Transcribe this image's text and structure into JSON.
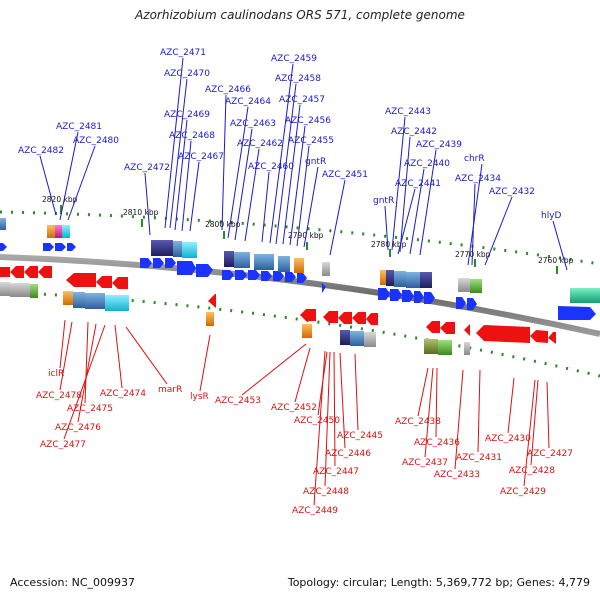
{
  "title": "Azorhizobium caulinodans ORS 571, complete genome",
  "accession": "Accession: NC_009937",
  "topology": "Topology: circular; Length: 5,369,772 bp; Genes: 4,779",
  "colors": {
    "forward_label": "#1a1acc",
    "reverse_label": "#dd1111",
    "forward_gene": "#1a33ff",
    "reverse_gene": "#ee1111",
    "ruler": "#2a8a2a",
    "backbone": "#7a7a7a"
  },
  "ruler_ticks": [
    "2820 kbp",
    "2810 kbp",
    "2800 kbp",
    "2790 kbp",
    "2780 kbp",
    "2770 kbp",
    "2760 kbp"
  ],
  "forward_labels": [
    "AZC_2471",
    "AZC_2470",
    "AZC_2469",
    "AZC_2468",
    "AZC_2467",
    "AZC_2466",
    "AZC_2464",
    "AZC_2463",
    "AZC_2462",
    "AZC_2460",
    "AZC_2459",
    "AZC_2458",
    "AZC_2457",
    "AZC_2456",
    "AZC_2455",
    "gntR",
    "AZC_2451",
    "AZC_2481",
    "AZC_2480",
    "AZC_2482",
    "AZC_2472",
    "AZC_2443",
    "AZC_2442",
    "AZC_2439",
    "AZC_2440",
    "AZC_2441",
    "chrR",
    "AZC_2434",
    "AZC_2432",
    "gntR",
    "hlyD"
  ],
  "reverse_labels": [
    "iclR",
    "AZC_2478",
    "AZC_2475",
    "AZC_2476",
    "AZC_2477",
    "AZC_2474",
    "marR",
    "lysR",
    "AZC_2453",
    "AZC_2452",
    "AZC_2450",
    "AZC_2446",
    "AZC_2447",
    "AZC_2448",
    "AZC_2449",
    "AZC_2445",
    "AZC_2438",
    "AZC_2436",
    "AZC_2437",
    "AZC_2433",
    "AZC_2431",
    "AZC_2430",
    "AZC_2428",
    "AZC_2429",
    "AZC_2427"
  ]
}
